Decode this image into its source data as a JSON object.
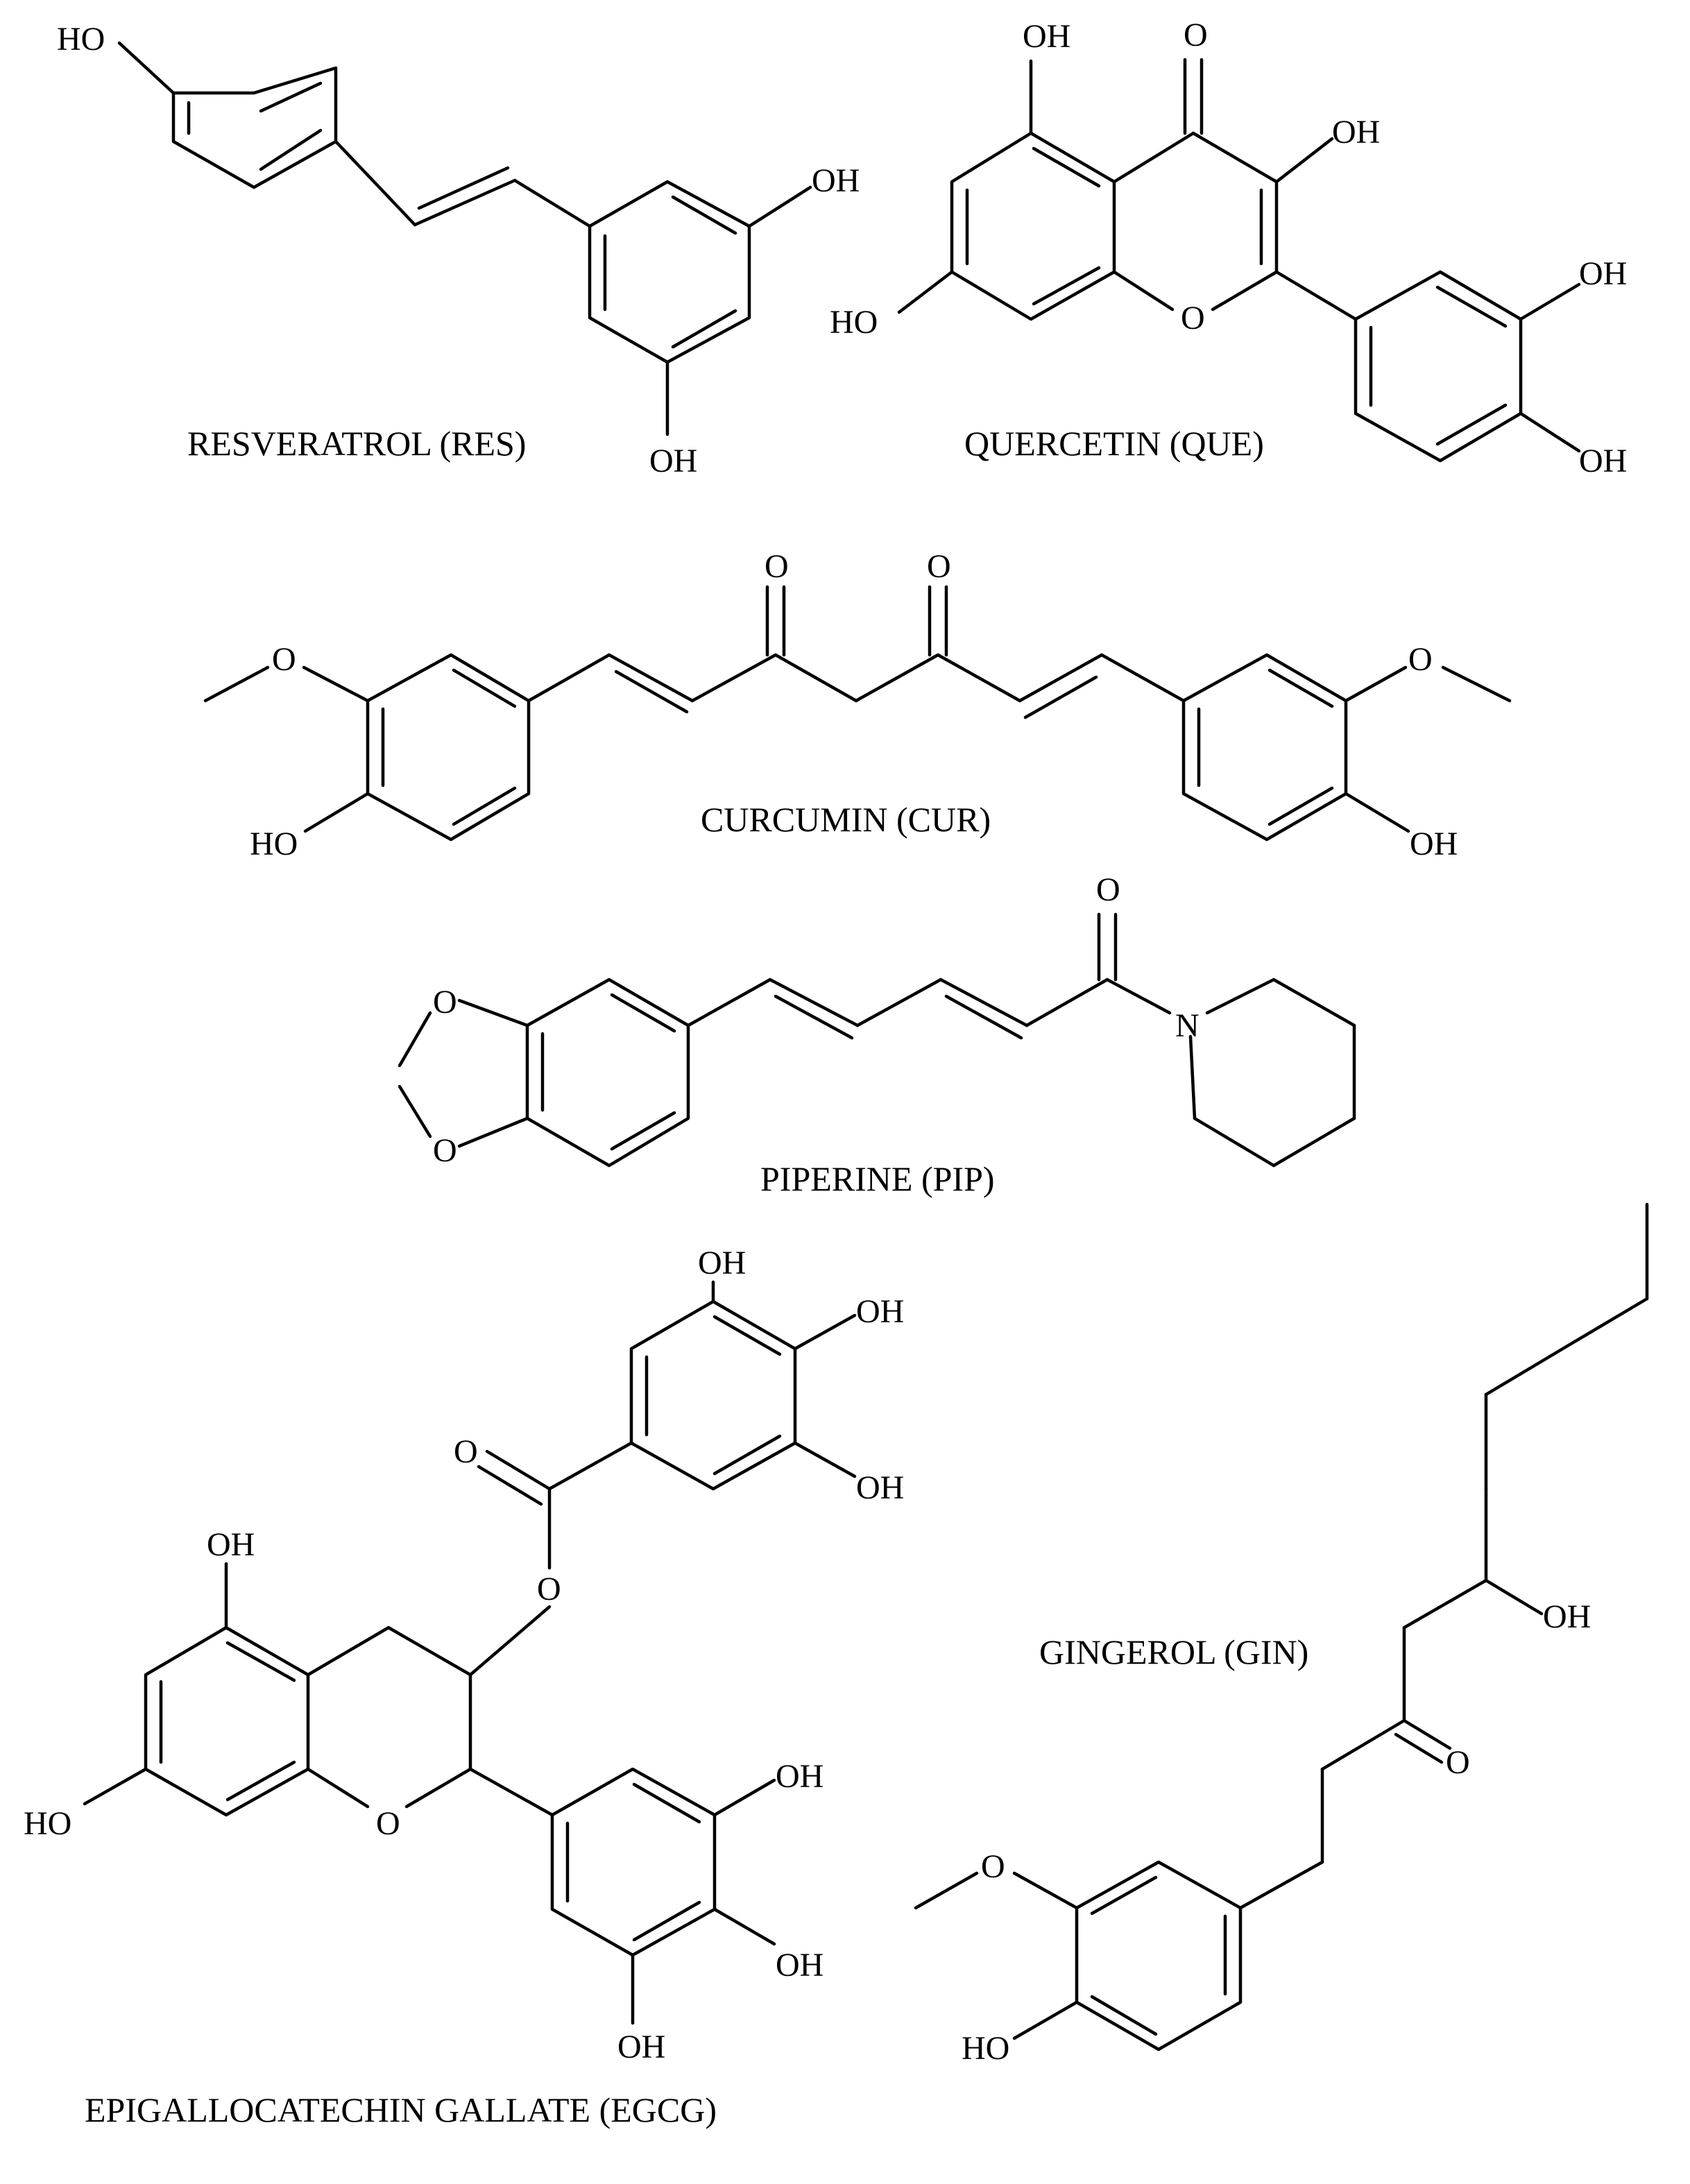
{
  "figure": {
    "molecules": [
      {
        "id": "res",
        "name": "RESVERATROL (RES)"
      },
      {
        "id": "que",
        "name": "QUERCETIN (QUE)"
      },
      {
        "id": "cur",
        "name": "CURCUMIN (CUR)"
      },
      {
        "id": "pip",
        "name": "PIPERINE (PIP)"
      },
      {
        "id": "egcg",
        "name": "EPIGALLOCATECHIN GALLATE (EGCG)"
      },
      {
        "id": "gin",
        "name": "GINGEROL (GIN)"
      }
    ],
    "atoms": {
      "hydroxyl": "OH",
      "hydroxyl_left": "HO",
      "oxygen": "O",
      "nitrogen": "N"
    }
  }
}
